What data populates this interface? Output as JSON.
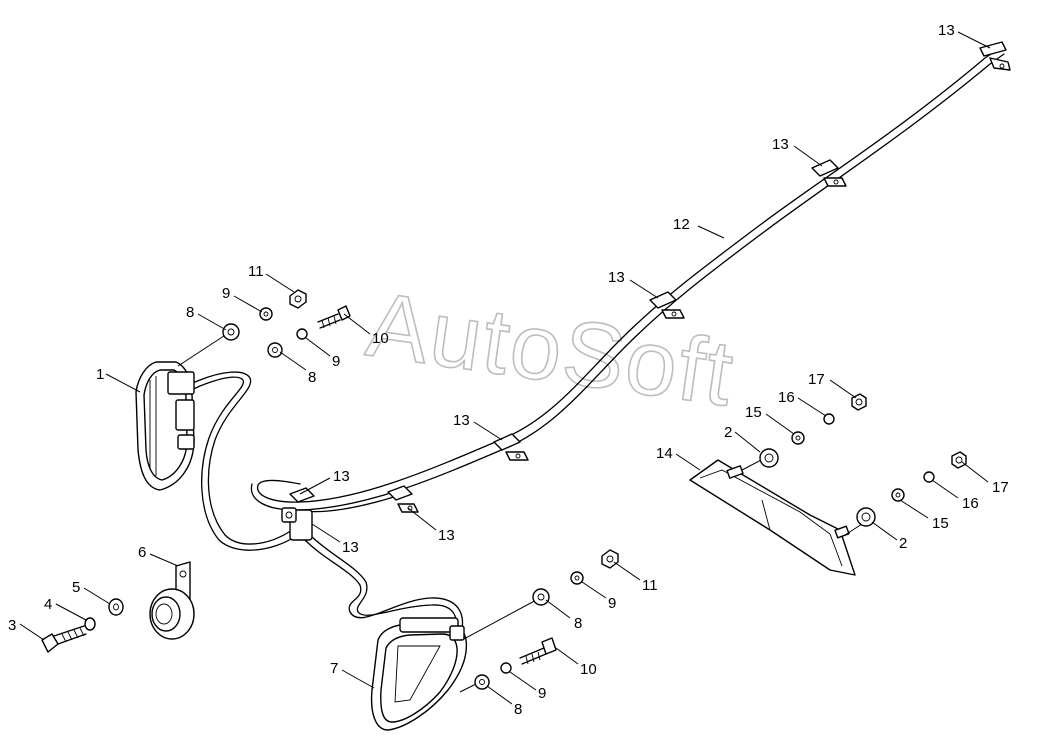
{
  "watermark": "AutoSoft",
  "callouts": [
    {
      "id": "c1",
      "label": "1"
    },
    {
      "id": "c2a",
      "label": "2"
    },
    {
      "id": "c2b",
      "label": "2"
    },
    {
      "id": "c3",
      "label": "3"
    },
    {
      "id": "c4",
      "label": "4"
    },
    {
      "id": "c5",
      "label": "5"
    },
    {
      "id": "c6",
      "label": "6"
    },
    {
      "id": "c7",
      "label": "7"
    },
    {
      "id": "c8a",
      "label": "8"
    },
    {
      "id": "c8b",
      "label": "8"
    },
    {
      "id": "c8c",
      "label": "8"
    },
    {
      "id": "c8d",
      "label": "8"
    },
    {
      "id": "c9a",
      "label": "9"
    },
    {
      "id": "c9b",
      "label": "9"
    },
    {
      "id": "c9c",
      "label": "9"
    },
    {
      "id": "c9d",
      "label": "9"
    },
    {
      "id": "c10a",
      "label": "10"
    },
    {
      "id": "c10b",
      "label": "10"
    },
    {
      "id": "c11a",
      "label": "11"
    },
    {
      "id": "c11b",
      "label": "11"
    },
    {
      "id": "c12",
      "label": "12"
    },
    {
      "id": "c13a",
      "label": "13"
    },
    {
      "id": "c13b",
      "label": "13"
    },
    {
      "id": "c13c",
      "label": "13"
    },
    {
      "id": "c13d",
      "label": "13"
    },
    {
      "id": "c13e",
      "label": "13"
    },
    {
      "id": "c13f",
      "label": "13"
    },
    {
      "id": "c13g",
      "label": "13"
    },
    {
      "id": "c14",
      "label": "14"
    },
    {
      "id": "c15a",
      "label": "15"
    },
    {
      "id": "c15b",
      "label": "15"
    },
    {
      "id": "c16a",
      "label": "16"
    },
    {
      "id": "c16b",
      "label": "16"
    },
    {
      "id": "c17a",
      "label": "17"
    },
    {
      "id": "c17b",
      "label": "17"
    }
  ]
}
